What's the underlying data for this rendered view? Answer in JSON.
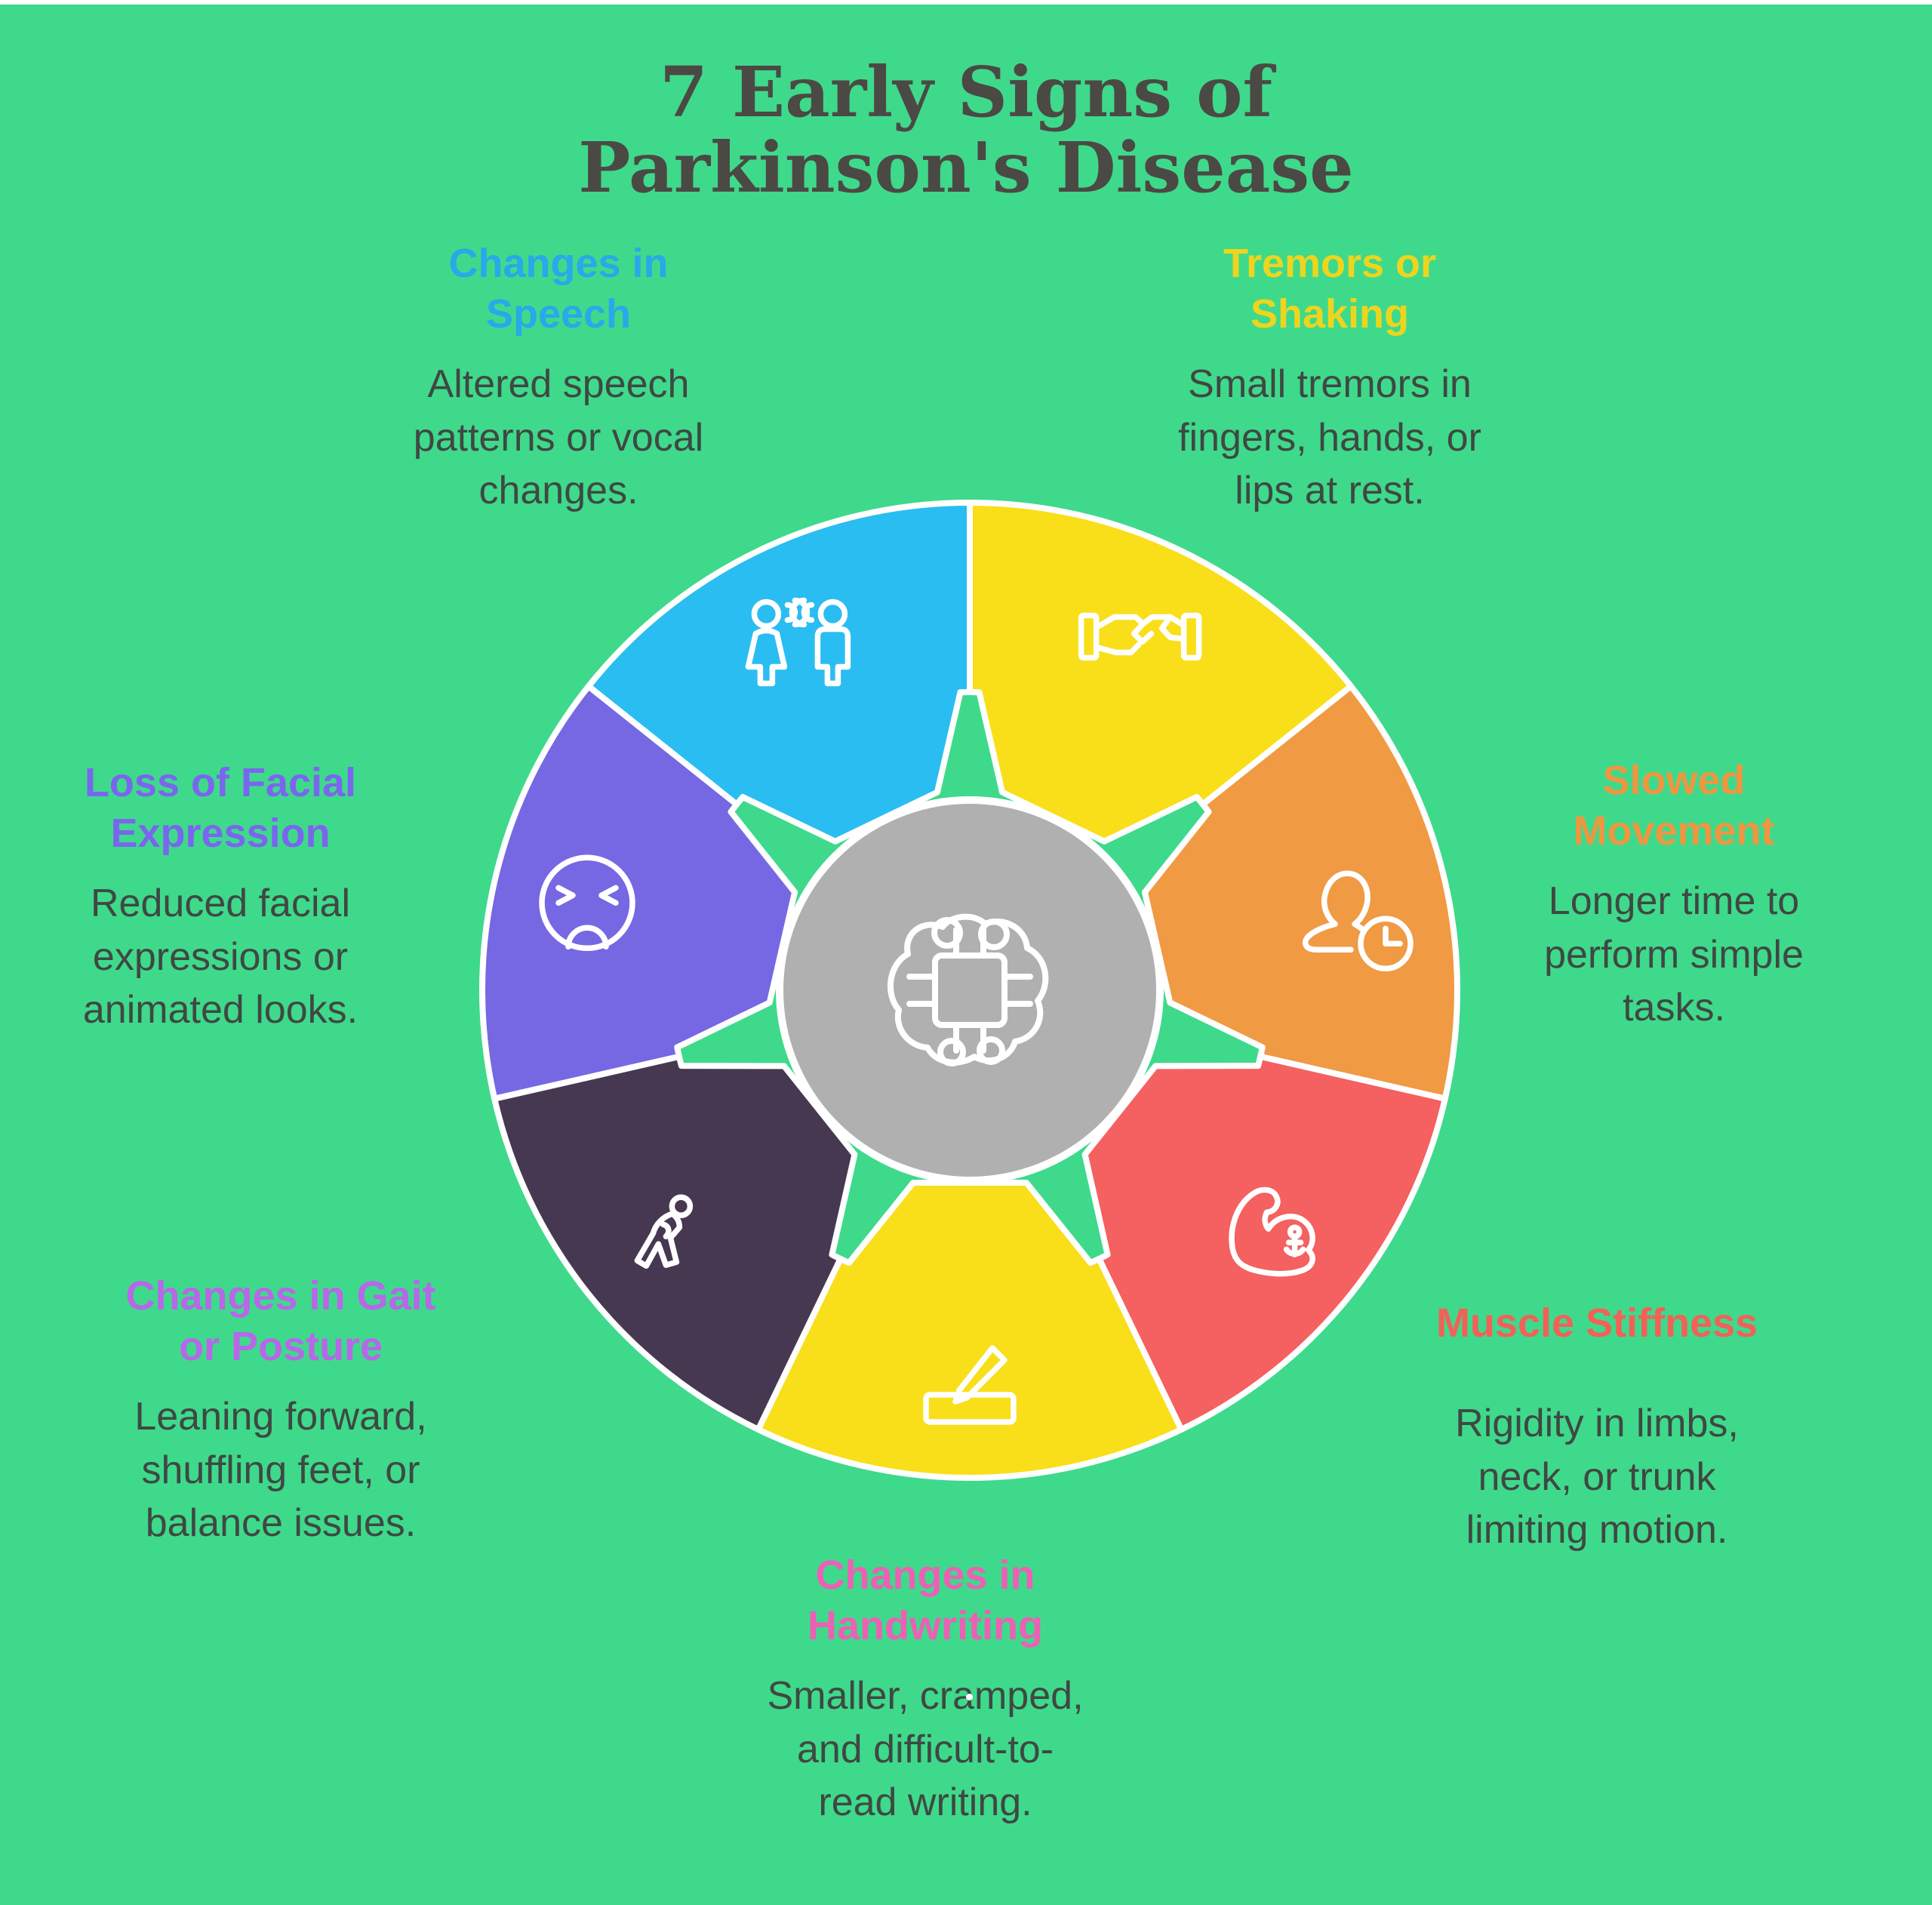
{
  "background_color": "#3fd98c",
  "title": {
    "text": "7 Early Signs of\nParkinson's Disease",
    "color": "#4b4944"
  },
  "center": {
    "icon": "brain-chip-icon",
    "fill": "#b0b0b0"
  },
  "body_text_color": "#3f4842",
  "signs": [
    {
      "id": "tremors",
      "label": "Tremors or\nShaking",
      "description": "Small tremors in\nfingers, hands, or\nlips at rest.",
      "label_color": "#eed51d",
      "segment_color": "#f8df19",
      "icon": "handshake-icon"
    },
    {
      "id": "slowed-movement",
      "label": "Slowed\nMovement",
      "description": "Longer time to\nperform simple\ntasks.",
      "label_color": "#ef9640",
      "segment_color": "#f09a44",
      "icon": "person-clock-icon"
    },
    {
      "id": "muscle-stiffness",
      "label": "Muscle Stiffness",
      "description": "Rigidity in limbs,\nneck, or trunk\nlimiting motion.",
      "label_color": "#f26157",
      "segment_color": "#f56060",
      "icon": "bicep-icon"
    },
    {
      "id": "changes-in-handwriting",
      "label": "Changes in\nHandwriting",
      "description": "Smaller, cramped,\nand difficult-to-\nread writing.",
      "label_color": "#ec60b5",
      "segment_color": "#f8df19",
      "icon": "writing-icon"
    },
    {
      "id": "changes-in-gait",
      "label": "Changes in Gait\nor Posture",
      "description": "Leaning forward,\nshuffling feet, or\nbalance issues.",
      "label_color": "#b767e8",
      "segment_color": "#473852",
      "icon": "walking-icon"
    },
    {
      "id": "loss-of-facial-expression",
      "label": "Loss of Facial\nExpression",
      "description": "Reduced facial\nexpressions or\nanimated looks.",
      "label_color": "#7a66ee",
      "segment_color": "#7668e3",
      "icon": "angry-face-icon"
    },
    {
      "id": "changes-in-speech",
      "label": "Changes in\nSpeech",
      "description": "Altered speech\npatterns or vocal\nchanges.",
      "label_color": "#29a8ea",
      "segment_color": "#2abdf2",
      "icon": "speech-people-icon"
    }
  ]
}
